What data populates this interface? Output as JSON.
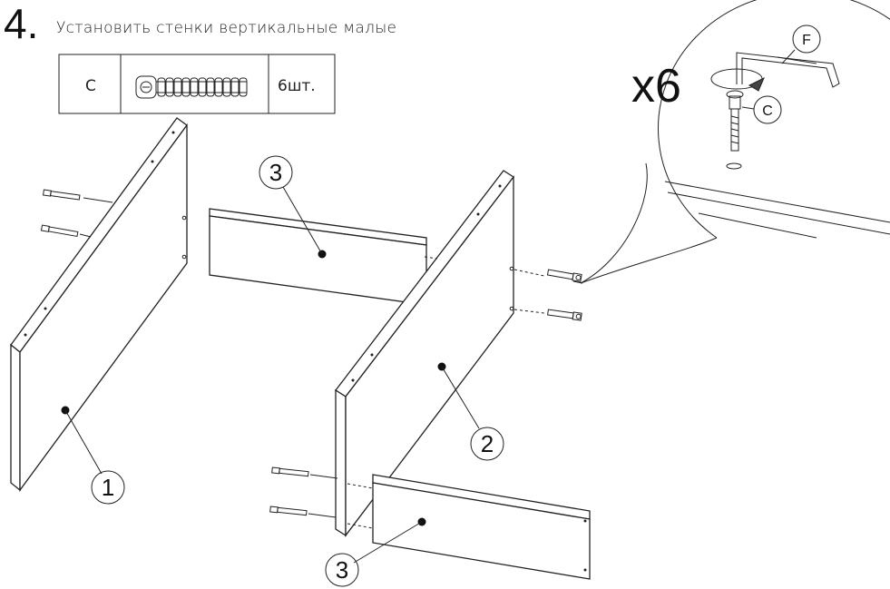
{
  "step": {
    "number": "4.",
    "title": "Установить стенки вертикальные малые"
  },
  "parts_table": {
    "part_letter": "C",
    "quantity": "6шт."
  },
  "zoom": {
    "multiplier": "x6",
    "tool_label": "F",
    "screw_label": "C"
  },
  "callouts": {
    "panel_1": "1",
    "panel_2": "2",
    "panel_3_top": "3",
    "panel_3_bottom": "3"
  },
  "colors": {
    "line": "#222222",
    "background": "#ffffff"
  }
}
